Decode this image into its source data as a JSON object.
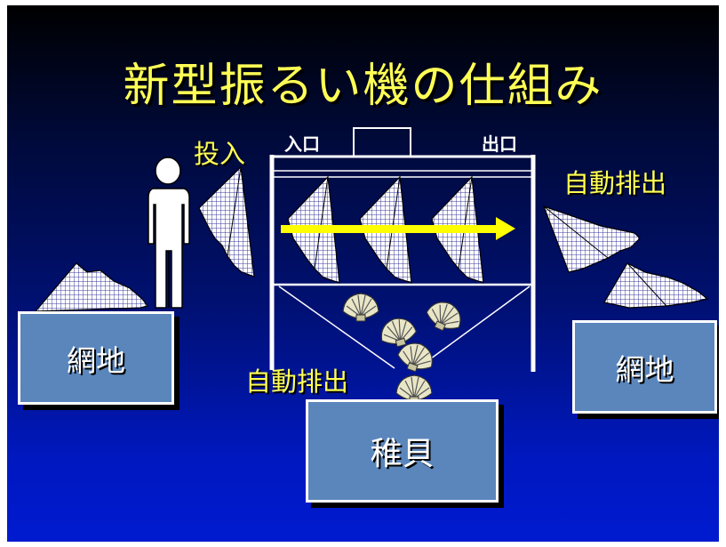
{
  "slide": {
    "title": "新型振るい機の仕組み",
    "labels": {
      "input": "投入",
      "entrance": "入口",
      "exit": "出口",
      "auto_discharge_right": "自動排出",
      "auto_discharge_bottom": "自動排出"
    },
    "boxes": {
      "net_left": "網地",
      "net_right": "網地",
      "juvenile": "稚貝"
    }
  },
  "colors": {
    "title": "#ffff55",
    "box_fill": "#5b86bc",
    "arrow": "#ffff00"
  }
}
